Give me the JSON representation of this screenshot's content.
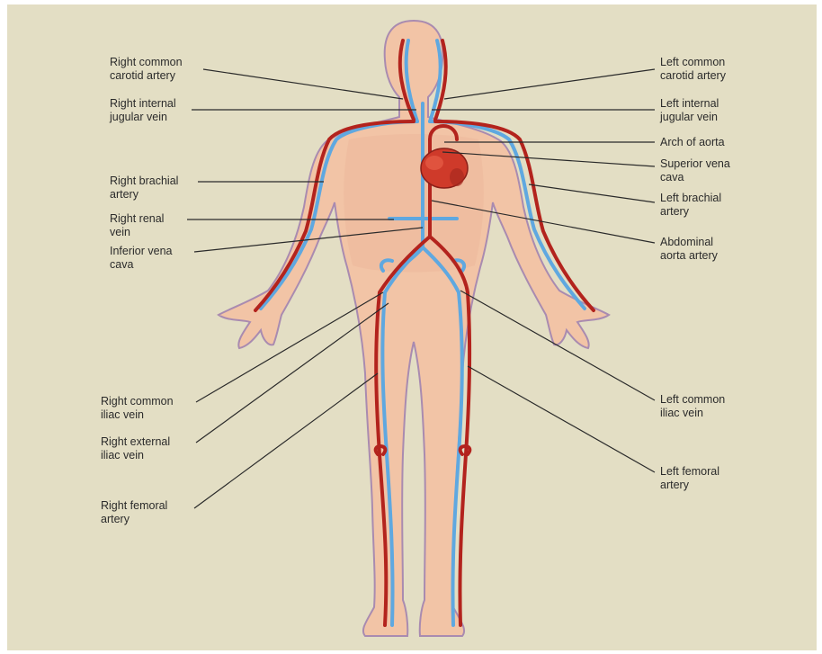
{
  "colors": {
    "background": "#e3dec4",
    "skin": "#f2c4a6",
    "skin_outline": "#a98bb0",
    "artery": "#b3231d",
    "vein": "#5fa8e0",
    "heart": "#cf3a2a",
    "leader_line": "#2a2a2a"
  },
  "labels": {
    "right_common_carotid_artery": "Right common\ncarotid artery",
    "right_internal_jugular_vein": "Right internal\njugular vein",
    "right_brachial_artery": "Right brachial\nartery",
    "right_renal_vein": "Right renal\nvein",
    "inferior_vena_cava": "Inferior vena\ncava",
    "right_common_iliac_vein": "Right common\niliac vein",
    "right_external_iliac_vein": "Right external\niliac vein",
    "right_femoral_artery": "Right femoral\nartery",
    "left_common_carotid_artery": "Left common\ncarotid artery",
    "left_internal_jugular_vein": "Left internal\njugular vein",
    "arch_of_aorta": "Arch of aorta",
    "superior_vena_cava": "Superior vena\ncava",
    "left_brachial_artery": "Left brachial\nartery",
    "abdominal_aorta_artery": "Abdominal\naorta artery",
    "left_common_iliac_vein": "Left common\niliac vein",
    "left_femoral_artery": "Left femoral\nartery"
  }
}
